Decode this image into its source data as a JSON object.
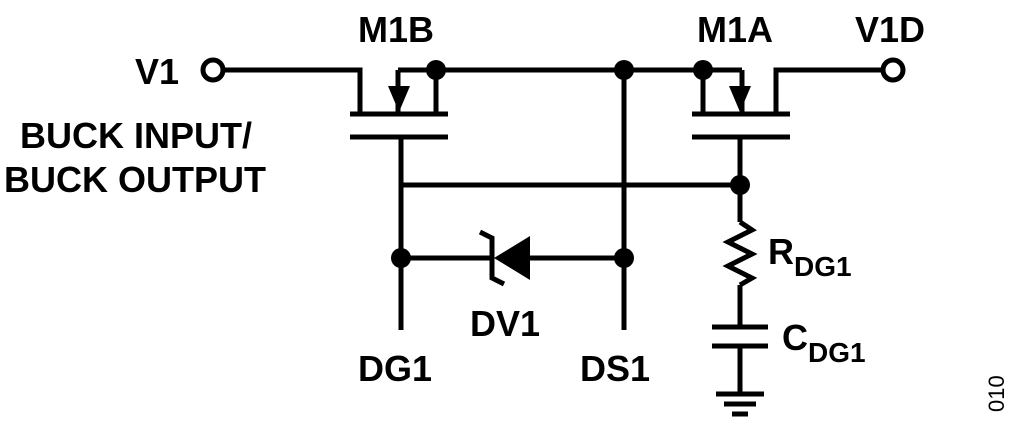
{
  "nodes": {
    "v1": "V1",
    "v1d": "V1D",
    "dg1": "DG1",
    "ds1": "DS1"
  },
  "components": {
    "m1b": "M1B",
    "m1a": "M1A",
    "dv1": "DV1",
    "rdg1": {
      "main": "R",
      "sub": "DG1"
    },
    "cdg1": {
      "main": "C",
      "sub": "DG1"
    }
  },
  "annotations": {
    "buck_line1": "BUCK INPUT/",
    "buck_line2": "BUCK OUTPUT",
    "figure_code": "010"
  }
}
